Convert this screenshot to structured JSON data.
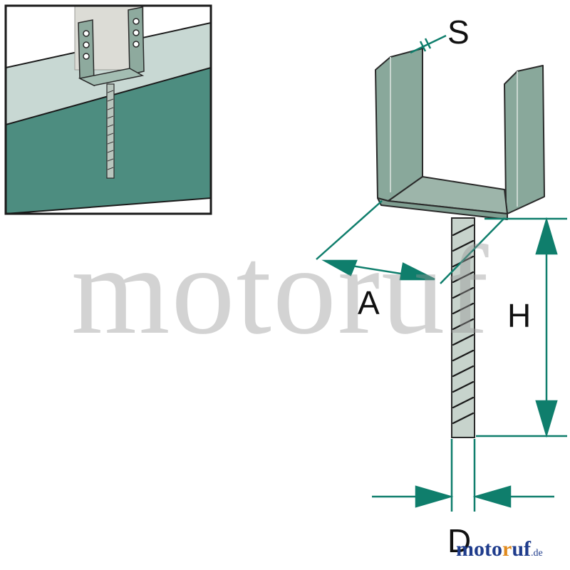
{
  "diagram": {
    "labels": {
      "s": "S",
      "a": "A",
      "h": "H",
      "d": "D"
    },
    "watermark": "motoruf",
    "brand": {
      "part1": "moto",
      "part2": "r",
      "part3": "uf",
      "suffix": ".de"
    },
    "colors": {
      "accent": "#0f7e6c",
      "bracket_fill": "#89a89b",
      "bracket_inner": "#a7c1b6",
      "rod_fill": "#c7d3cc",
      "inset_concrete": "#4d8d80",
      "inset_wall": "#c8d8d3"
    }
  }
}
